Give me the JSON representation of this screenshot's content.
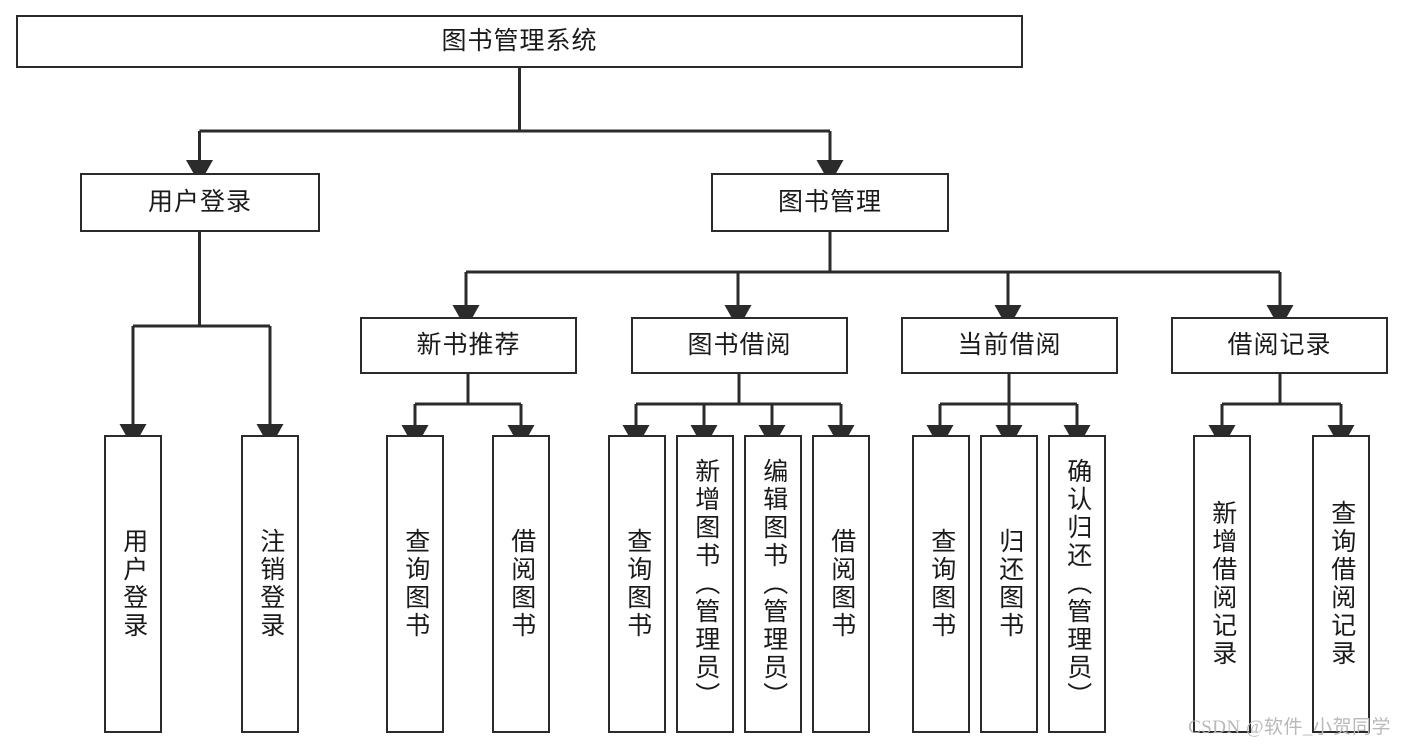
{
  "diagram": {
    "title_node": "图书管理系统",
    "level2": [
      {
        "label": "用户登录"
      },
      {
        "label": "图书管理"
      }
    ],
    "level3": [
      {
        "label": "新书推荐"
      },
      {
        "label": "图书借阅"
      },
      {
        "label": "当前借阅"
      },
      {
        "label": "借阅记录"
      }
    ],
    "leaves": [
      {
        "label": "用户登录"
      },
      {
        "label": "注销登录"
      },
      {
        "label": "查询图书"
      },
      {
        "label": "借阅图书"
      },
      {
        "label": "查询图书"
      },
      {
        "label": "新增图书（管理员）"
      },
      {
        "label": "编辑图书（管理员）"
      },
      {
        "label": "借阅图书"
      },
      {
        "label": "查询图书"
      },
      {
        "label": "归还图书"
      },
      {
        "label": "确认归还（管理员）"
      },
      {
        "label": "新增借阅记录"
      },
      {
        "label": "查询借阅记录"
      }
    ],
    "colors": {
      "stroke": "#2b2b2b",
      "fill": "#ffffff",
      "text": "#1a1a1a",
      "watermark": "#b9b9b9"
    }
  },
  "watermark": {
    "text": "CSDN @软件_小贺同学"
  }
}
